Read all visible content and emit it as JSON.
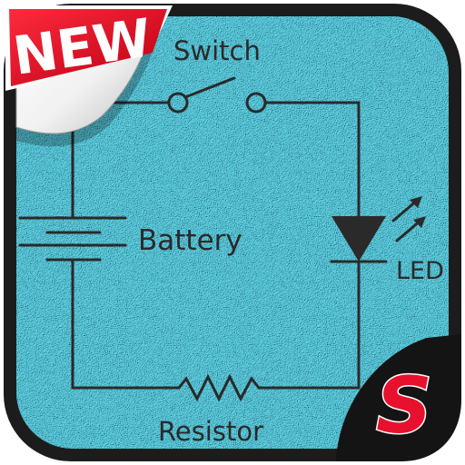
{
  "badge": {
    "text": "NEW"
  },
  "labels": {
    "switch": "Switch",
    "battery": "Battery",
    "led": "LED",
    "resistor": "Resistor"
  },
  "logo": {
    "letter": "S"
  },
  "colors": {
    "background": "#5bcde0",
    "frame": "#1c1c1c",
    "wire": "#2a2a2a",
    "badge_red": "#e8112d"
  }
}
